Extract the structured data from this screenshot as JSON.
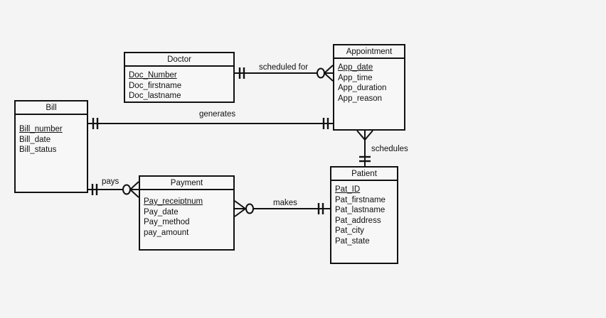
{
  "diagram": {
    "type": "entity-relationship-diagram",
    "notation": "crows-foot",
    "background_color": "#f4f4f4",
    "line_color": "#111111"
  },
  "entities": [
    {
      "key": "doctor",
      "name": "Doctor",
      "attributes": [
        {
          "label": "Doc_Number",
          "primary_key": true
        },
        {
          "label": "Doc_firstname",
          "primary_key": false
        },
        {
          "label": "Doc_lastname",
          "primary_key": false
        }
      ]
    },
    {
      "key": "appointment",
      "name": "Appointment",
      "attributes": [
        {
          "label": "App_date",
          "primary_key": true
        },
        {
          "label": "App_time",
          "primary_key": false
        },
        {
          "label": "App_duration",
          "primary_key": false
        },
        {
          "label": "App_reason",
          "primary_key": false
        }
      ]
    },
    {
      "key": "bill",
      "name": "Bill",
      "attributes": [
        {
          "label": "Bill_number",
          "primary_key": true
        },
        {
          "label": "Bill_date",
          "primary_key": false
        },
        {
          "label": "Bill_status",
          "primary_key": false
        }
      ]
    },
    {
      "key": "payment",
      "name": "Payment",
      "attributes": [
        {
          "label": "Pay_receiptnum",
          "primary_key": true
        },
        {
          "label": "Pay_date",
          "primary_key": false
        },
        {
          "label": "Pay_method",
          "primary_key": false
        },
        {
          "label": "pay_amount",
          "primary_key": false
        }
      ]
    },
    {
      "key": "patient",
      "name": "Patient",
      "attributes": [
        {
          "label": "Pat_ID",
          "primary_key": true
        },
        {
          "label": "Pat_firstname",
          "primary_key": false
        },
        {
          "label": "Pat_lastname",
          "primary_key": false
        },
        {
          "label": "Pat_address",
          "primary_key": false
        },
        {
          "label": "Pat_city",
          "primary_key": false
        },
        {
          "label": "Pat_state",
          "primary_key": false
        }
      ]
    }
  ],
  "relationships": [
    {
      "key": "scheduled-for",
      "label": "scheduled for",
      "from": "Doctor",
      "to": "Appointment",
      "from_cardinality": "one-mandatory",
      "to_cardinality": "zero-or-many"
    },
    {
      "key": "generates",
      "label": "generates",
      "from": "Bill",
      "to": "Appointment",
      "from_cardinality": "one-mandatory",
      "to_cardinality": "one-mandatory"
    },
    {
      "key": "schedules",
      "label": "schedules",
      "from": "Appointment",
      "to": "Patient",
      "from_cardinality": "many",
      "to_cardinality": "one-mandatory"
    },
    {
      "key": "pays",
      "label": "pays",
      "from": "Bill",
      "to": "Payment",
      "from_cardinality": "one-mandatory",
      "to_cardinality": "zero-or-many"
    },
    {
      "key": "makes",
      "label": "makes",
      "from": "Payment",
      "to": "Patient",
      "from_cardinality": "zero-or-many",
      "to_cardinality": "one-mandatory"
    }
  ]
}
